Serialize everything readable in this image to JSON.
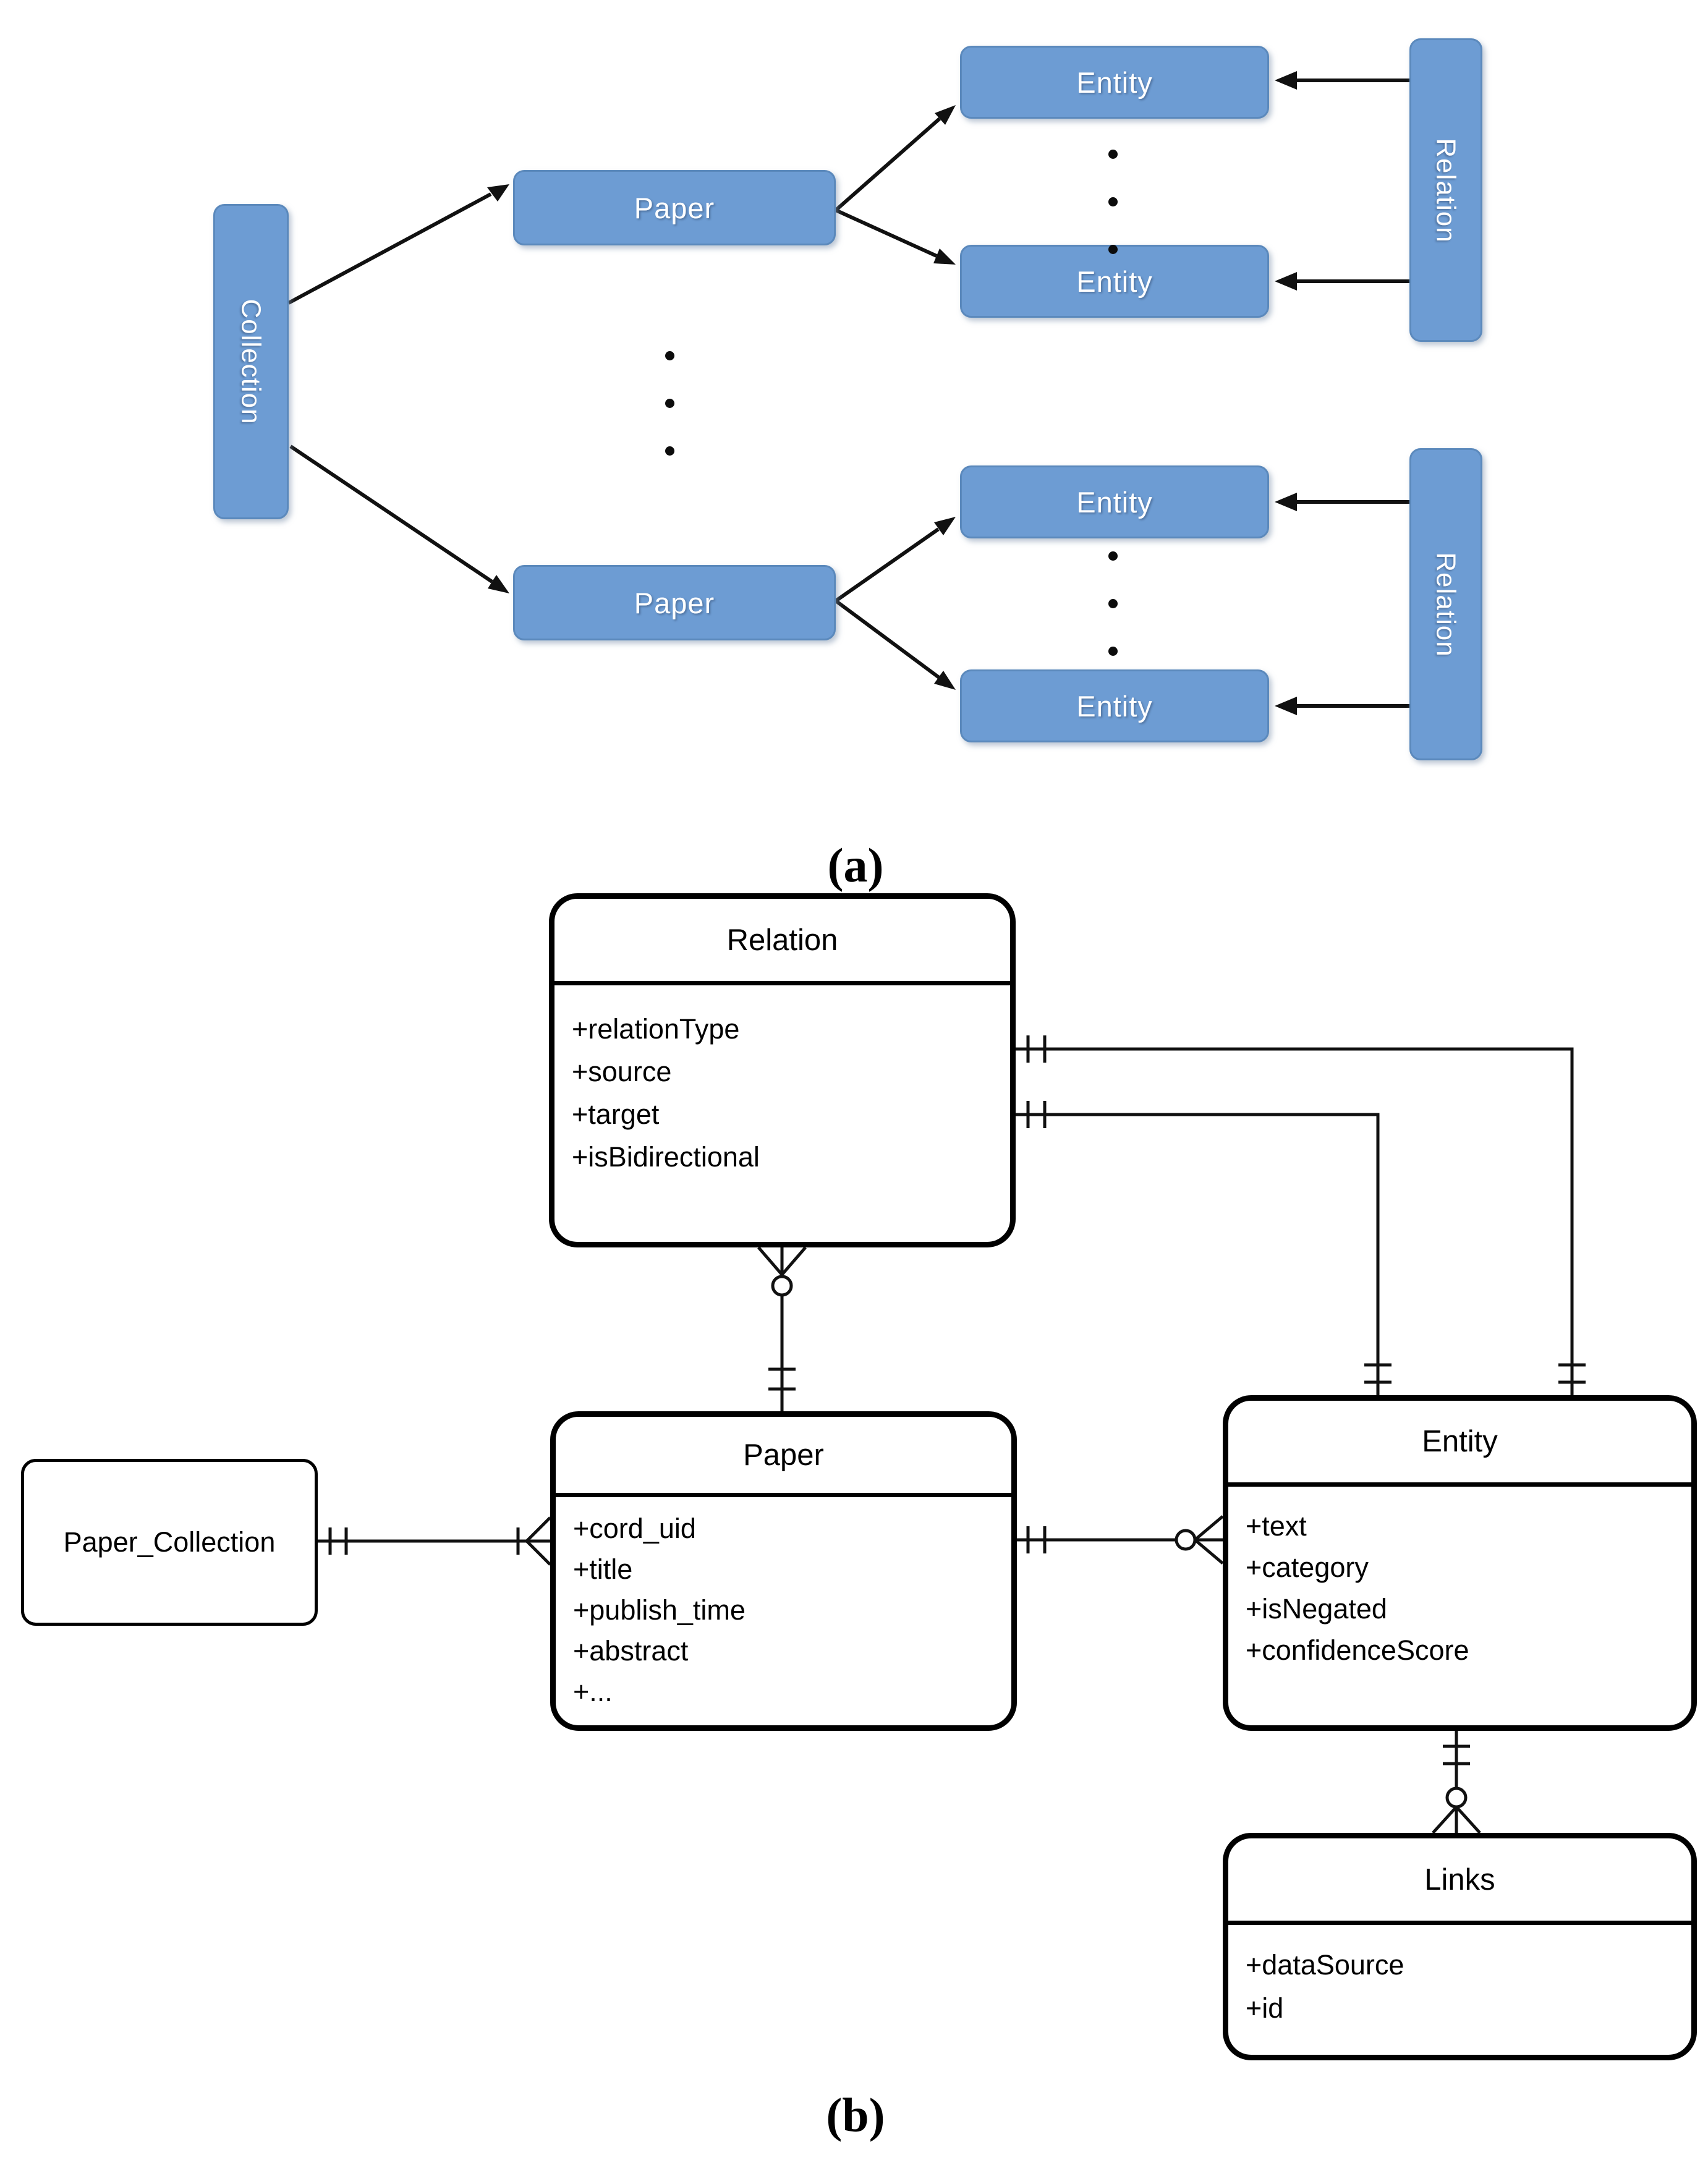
{
  "figure": {
    "panel_a_label": "(a)",
    "panel_b_label": "(b)",
    "colors": {
      "node_fill": "#6d9cd3",
      "node_border": "#5b89bc",
      "node_text": "#ffffff",
      "uml_border": "#000000",
      "uml_fill": "#ffffff",
      "connector": "#111111"
    },
    "diagram_a": {
      "collection_label": "Collection",
      "paper_top_label": "Paper",
      "paper_bottom_label": "Paper",
      "entity_labels": [
        "Entity",
        "Entity",
        "Entity",
        "Entity"
      ],
      "relation_top_label": "Relation",
      "relation_bottom_label": "Relation"
    },
    "diagram_b": {
      "relation": {
        "title": "Relation",
        "attributes": [
          "+relationType",
          "+source",
          "+target",
          "+isBidirectional"
        ]
      },
      "paper": {
        "title": "Paper",
        "attributes": [
          "+cord_uid",
          "+title",
          "+publish_time",
          "+abstract",
          "+..."
        ]
      },
      "entity": {
        "title": "Entity",
        "attributes": [
          "+text",
          "+category",
          "+isNegated",
          "+confidenceScore"
        ]
      },
      "links": {
        "title": "Links",
        "attributes": [
          "+dataSource",
          "+id"
        ]
      },
      "paper_collection": {
        "title": "Paper_Collection"
      }
    }
  }
}
